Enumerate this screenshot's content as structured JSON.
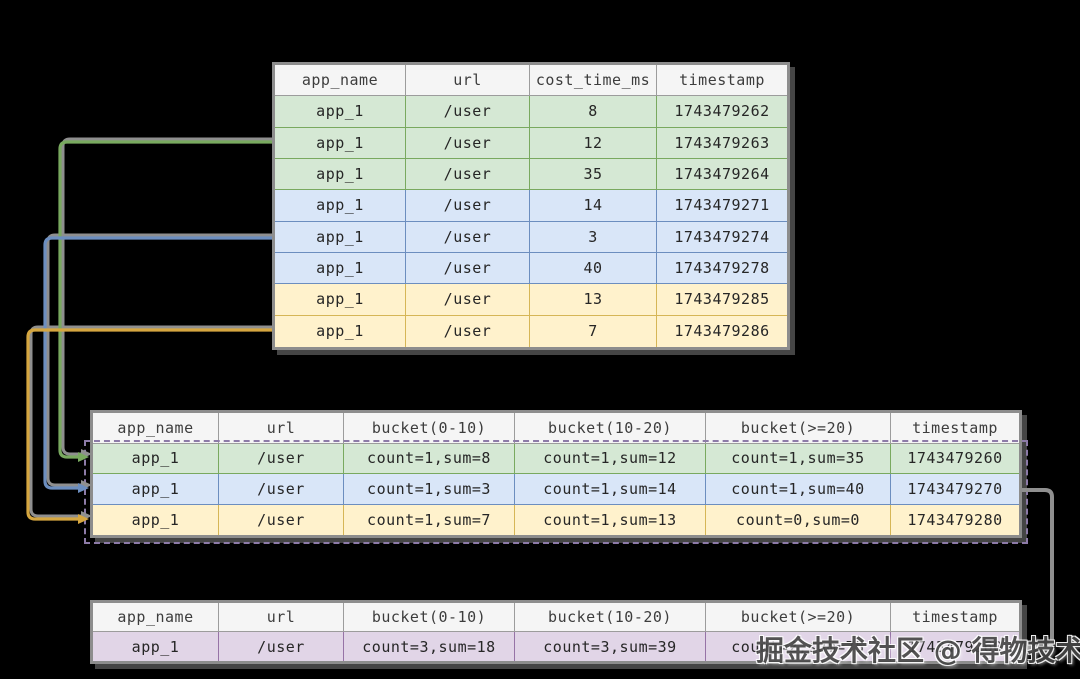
{
  "background_color": "#000000",
  "watermark": {
    "text": "掘金技术社区 @ 得物技术"
  },
  "colors": {
    "header_bg": "#f5f5f5",
    "green_fill": "#d5e8d4",
    "green_stroke": "#79a95f",
    "blue_fill": "#d9e6f8",
    "blue_stroke": "#6c8ebf",
    "yellow_fill": "#fff2cc",
    "yellow_stroke": "#d6b656",
    "purple_fill": "#e1d5e7",
    "purple_stroke": "#9673a6",
    "connector_gray": "#8f8f8f",
    "highlight_dash": "#8d7ba8"
  },
  "tables": {
    "raw": {
      "headers": [
        "app_name",
        "url",
        "cost_time_ms",
        "timestamp"
      ],
      "rows": [
        {
          "group": "green",
          "cells": [
            "app_1",
            "/user",
            "8",
            "1743479262"
          ]
        },
        {
          "group": "green",
          "cells": [
            "app_1",
            "/user",
            "12",
            "1743479263"
          ]
        },
        {
          "group": "green",
          "cells": [
            "app_1",
            "/user",
            "35",
            "1743479264"
          ]
        },
        {
          "group": "blue",
          "cells": [
            "app_1",
            "/user",
            "14",
            "1743479271"
          ]
        },
        {
          "group": "blue",
          "cells": [
            "app_1",
            "/user",
            "3",
            "1743479274"
          ]
        },
        {
          "group": "blue",
          "cells": [
            "app_1",
            "/user",
            "40",
            "1743479278"
          ]
        },
        {
          "group": "yellow",
          "cells": [
            "app_1",
            "/user",
            "13",
            "1743479285"
          ]
        },
        {
          "group": "yellow",
          "cells": [
            "app_1",
            "/user",
            "7",
            "1743479286"
          ]
        }
      ]
    },
    "bucketed": {
      "headers": [
        "app_name",
        "url",
        "bucket(0-10)",
        "bucket(10-20)",
        "bucket(>=20)",
        "timestamp"
      ],
      "rows": [
        {
          "group": "green",
          "cells": [
            "app_1",
            "/user",
            "count=1,sum=8",
            "count=1,sum=12",
            "count=1,sum=35",
            "1743479260"
          ]
        },
        {
          "group": "blue",
          "cells": [
            "app_1",
            "/user",
            "count=1,sum=3",
            "count=1,sum=14",
            "count=1,sum=40",
            "1743479270"
          ]
        },
        {
          "group": "yellow",
          "cells": [
            "app_1",
            "/user",
            "count=1,sum=7",
            "count=1,sum=13",
            "count=0,sum=0",
            "1743479280"
          ]
        }
      ]
    },
    "aggregated": {
      "headers": [
        "app_name",
        "url",
        "bucket(0-10)",
        "bucket(10-20)",
        "bucket(>=20)",
        "timestamp"
      ],
      "rows": [
        {
          "group": "purple",
          "cells": [
            "app_1",
            "/user",
            "count=3,sum=18",
            "count=3,sum=39",
            "count=2,sum=75",
            "1743479260"
          ]
        }
      ]
    }
  },
  "connectors": [
    {
      "name": "green-group-to-bucket-row-1",
      "color": "#79a95f",
      "from": "raw green rows",
      "to": "bucketed row 1"
    },
    {
      "name": "blue-group-to-bucket-row-2",
      "color": "#6c8ebf",
      "from": "raw blue rows",
      "to": "bucketed row 2"
    },
    {
      "name": "yellow-group-to-bucket-row-3",
      "color": "#d5a640",
      "from": "raw yellow rows",
      "to": "bucketed row 3"
    },
    {
      "name": "bucketed-to-aggregated",
      "color": "#8f8f8f",
      "from": "bucketed table",
      "to": "aggregated row"
    }
  ]
}
